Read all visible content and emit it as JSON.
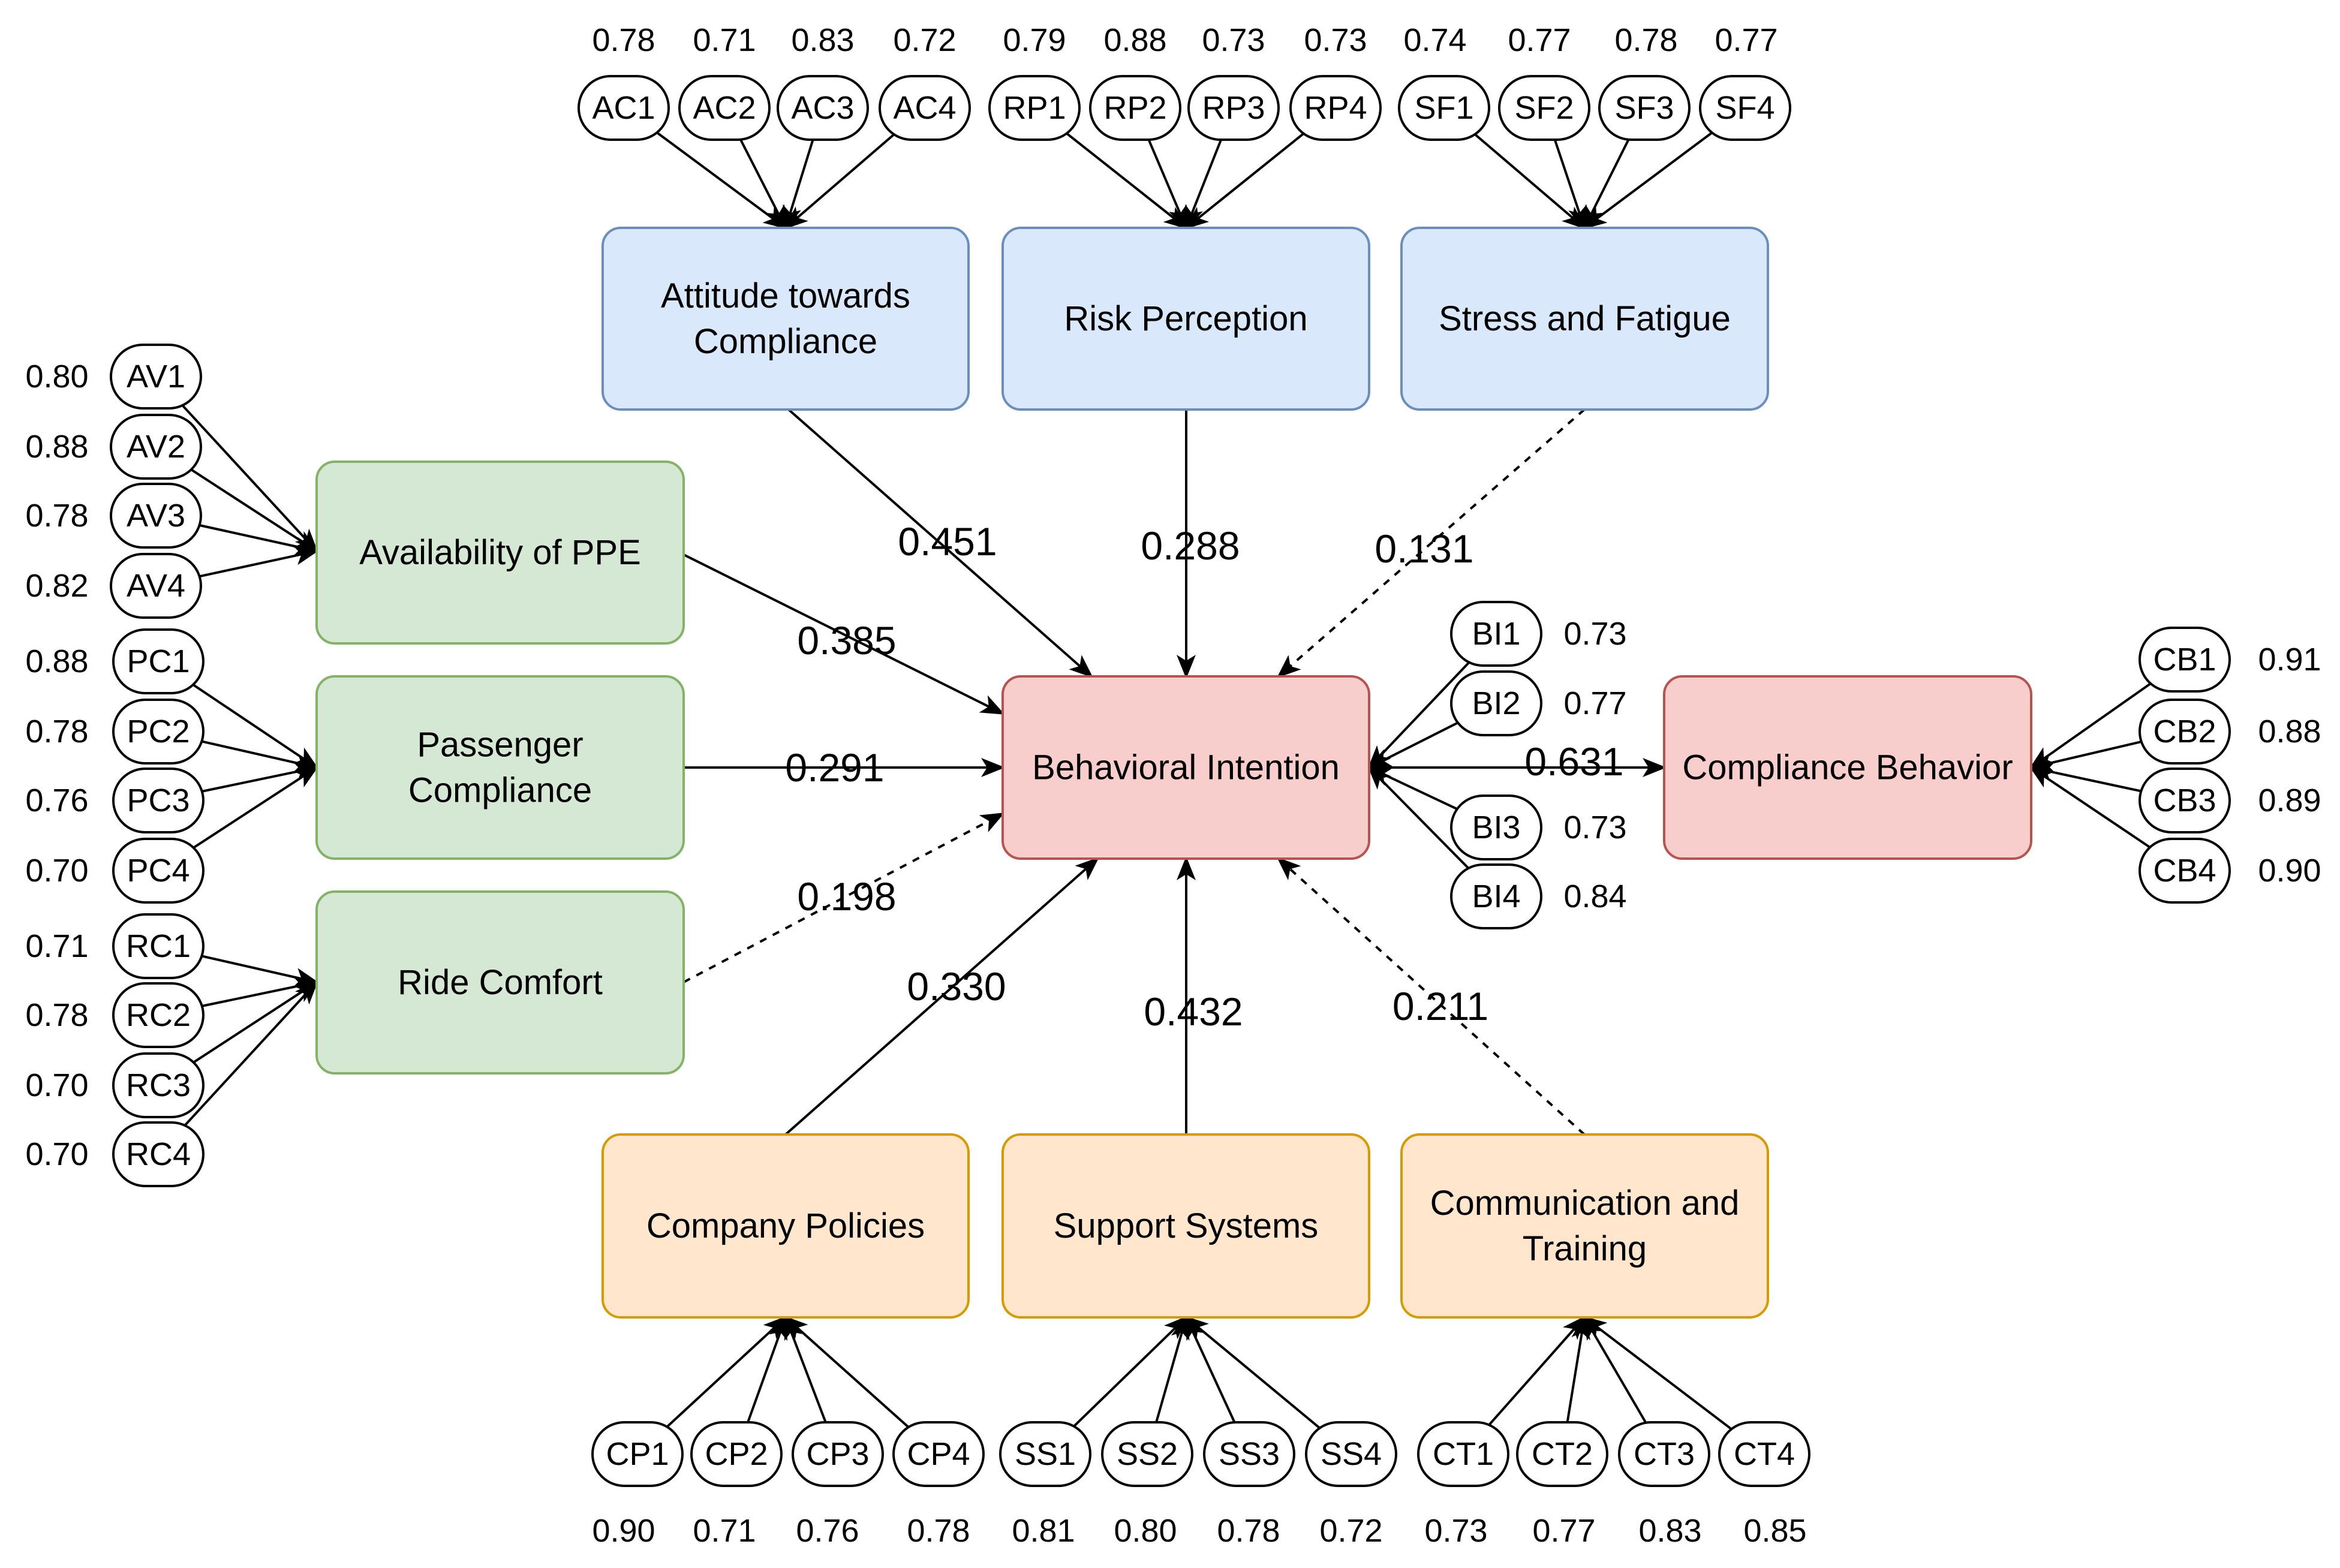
{
  "colors": {
    "blue_fill": "#dae8fc",
    "blue_stroke": "#6c8ebf",
    "green_fill": "#d5e8d4",
    "green_stroke": "#82b366",
    "red_fill": "#f8cecc",
    "red_stroke": "#b85450",
    "orange_fill": "#ffe6cc",
    "orange_stroke": "#d79b00"
  },
  "constructs": {
    "AC": {
      "lines": [
        "Attitude towards",
        "Compliance"
      ],
      "color": "blue"
    },
    "RP": {
      "lines": [
        "Risk Perception"
      ],
      "color": "blue"
    },
    "SF": {
      "lines": [
        "Stress and Fatigue"
      ],
      "color": "blue"
    },
    "AV": {
      "lines": [
        "Availability of PPE"
      ],
      "color": "green"
    },
    "PC": {
      "lines": [
        "Passenger",
        "Compliance"
      ],
      "color": "green"
    },
    "RC": {
      "lines": [
        "Ride Comfort"
      ],
      "color": "green"
    },
    "BI": {
      "lines": [
        "Behavioral Intention"
      ],
      "color": "red"
    },
    "CB": {
      "lines": [
        "Compliance Behavior"
      ],
      "color": "red"
    },
    "CP": {
      "lines": [
        "Company Policies"
      ],
      "color": "orange"
    },
    "SS": {
      "lines": [
        "Support Systems"
      ],
      "color": "orange"
    },
    "CT": {
      "lines": [
        "Communication and",
        "Training"
      ],
      "color": "orange"
    }
  },
  "indicators": {
    "AC": {
      "items": [
        "AC1",
        "AC2",
        "AC3",
        "AC4"
      ],
      "loadings": [
        "0.78",
        "0.71",
        "0.83",
        "0.72"
      ]
    },
    "RP": {
      "items": [
        "RP1",
        "RP2",
        "RP3",
        "RP4"
      ],
      "loadings": [
        "0.79",
        "0.88",
        "0.73",
        "0.73"
      ]
    },
    "SF": {
      "items": [
        "SF1",
        "SF2",
        "SF3",
        "SF4"
      ],
      "loadings": [
        "0.74",
        "0.77",
        "0.78",
        "0.77"
      ]
    },
    "AV": {
      "items": [
        "AV1",
        "AV2",
        "AV3",
        "AV4"
      ],
      "loadings": [
        "0.80",
        "0.88",
        "0.78",
        "0.82"
      ]
    },
    "PC": {
      "items": [
        "PC1",
        "PC2",
        "PC3",
        "PC4"
      ],
      "loadings": [
        "0.88",
        "0.78",
        "0.76",
        "0.70"
      ]
    },
    "RC": {
      "items": [
        "RC1",
        "RC2",
        "RC3",
        "RC4"
      ],
      "loadings": [
        "0.71",
        "0.78",
        "0.70",
        "0.70"
      ]
    },
    "BI": {
      "items": [
        "BI1",
        "BI2",
        "BI3",
        "BI4"
      ],
      "loadings": [
        "0.73",
        "0.77",
        "0.73",
        "0.84"
      ]
    },
    "CB": {
      "items": [
        "CB1",
        "CB2",
        "CB3",
        "CB4"
      ],
      "loadings": [
        "0.91",
        "0.88",
        "0.89",
        "0.90"
      ]
    },
    "CP": {
      "items": [
        "CP1",
        "CP2",
        "CP3",
        "CP4"
      ],
      "loadings": [
        "0.90",
        "0.71",
        "0.76",
        "0.78"
      ]
    },
    "SS": {
      "items": [
        "SS1",
        "SS2",
        "SS3",
        "SS4"
      ],
      "loadings": [
        "0.81",
        "0.80",
        "0.78",
        "0.72"
      ]
    },
    "CT": {
      "items": [
        "CT1",
        "CT2",
        "CT3",
        "CT4"
      ],
      "loadings": [
        "0.73",
        "0.77",
        "0.83",
        "0.85"
      ]
    }
  },
  "paths": [
    {
      "from": "AC",
      "to": "BI",
      "coef": "0.451",
      "dashed": false
    },
    {
      "from": "RP",
      "to": "BI",
      "coef": "0.288",
      "dashed": false
    },
    {
      "from": "SF",
      "to": "BI",
      "coef": "0.131",
      "dashed": true
    },
    {
      "from": "AV",
      "to": "BI",
      "coef": "0.385",
      "dashed": false
    },
    {
      "from": "PC",
      "to": "BI",
      "coef": "0.291",
      "dashed": false
    },
    {
      "from": "RC",
      "to": "BI",
      "coef": "0.198",
      "dashed": true
    },
    {
      "from": "CP",
      "to": "BI",
      "coef": "0.330",
      "dashed": false
    },
    {
      "from": "SS",
      "to": "BI",
      "coef": "0.432",
      "dashed": false
    },
    {
      "from": "CT",
      "to": "BI",
      "coef": "0.211",
      "dashed": true
    },
    {
      "from": "BI",
      "to": "CB",
      "coef": "0.631",
      "dashed": false
    }
  ]
}
